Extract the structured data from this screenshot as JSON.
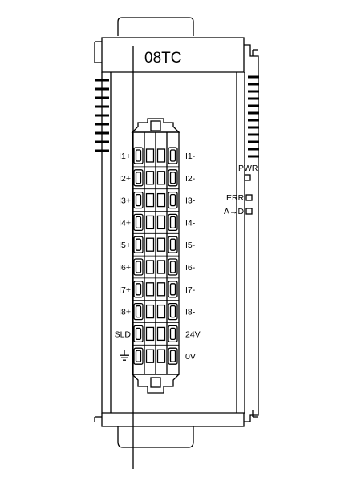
{
  "module": {
    "model_label": "08TC"
  },
  "terminals": {
    "left_labels": [
      "I1+",
      "I2+",
      "I3+",
      "I4+",
      "I5+",
      "I6+",
      "I7+",
      "I8+",
      "SLD",
      "ground-symbol"
    ],
    "right_labels": [
      "I1-",
      "I2-",
      "I3-",
      "I4-",
      "I5-",
      "I6-",
      "I7-",
      "I8-",
      "24V",
      "0V"
    ]
  },
  "indicators": [
    {
      "label": "PWR"
    },
    {
      "label": "ERR"
    },
    {
      "label": "A→D"
    }
  ],
  "colors": {
    "line": "#000000",
    "background": "#ffffff"
  }
}
